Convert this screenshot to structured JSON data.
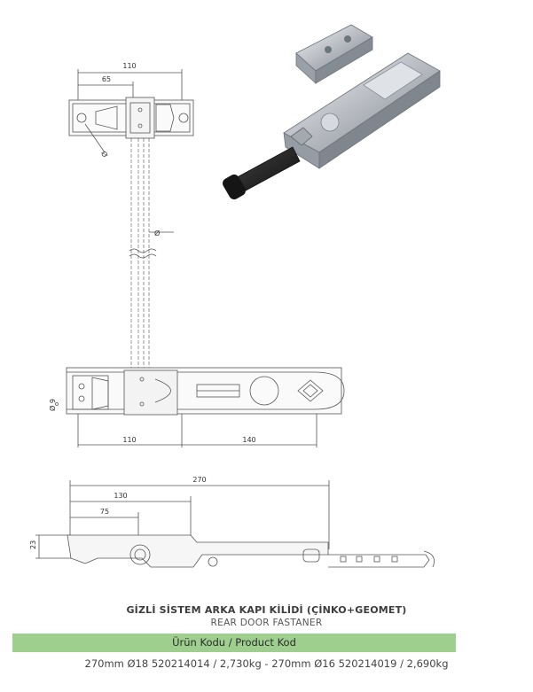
{
  "product": {
    "title_tr": "GİZLİ SİSTEM ARKA KAPI KİLİDİ (ÇİNKO+GEOMET)",
    "title_en": "REAR DOOR FASTANER",
    "code_header": "Ürün Kodu / Product Kod",
    "codes_line": "270mm Ø18 520214014 / 2,730kg - 270mm Ø16 520214019 / 2,690kg"
  },
  "dimensions": {
    "top_overall": "110",
    "top_partial": "65",
    "top_hole": "Ø",
    "rod": "Ø",
    "bottom_left": "110",
    "bottom_right": "140",
    "bottom_hole": "Ø 9",
    "side_overall": "270",
    "side_mid": "130",
    "side_small": "75",
    "side_height": "23"
  },
  "colors": {
    "band": "#9fcf8f",
    "metal": "#c9ccd0",
    "handle": "#1e1e1e"
  }
}
